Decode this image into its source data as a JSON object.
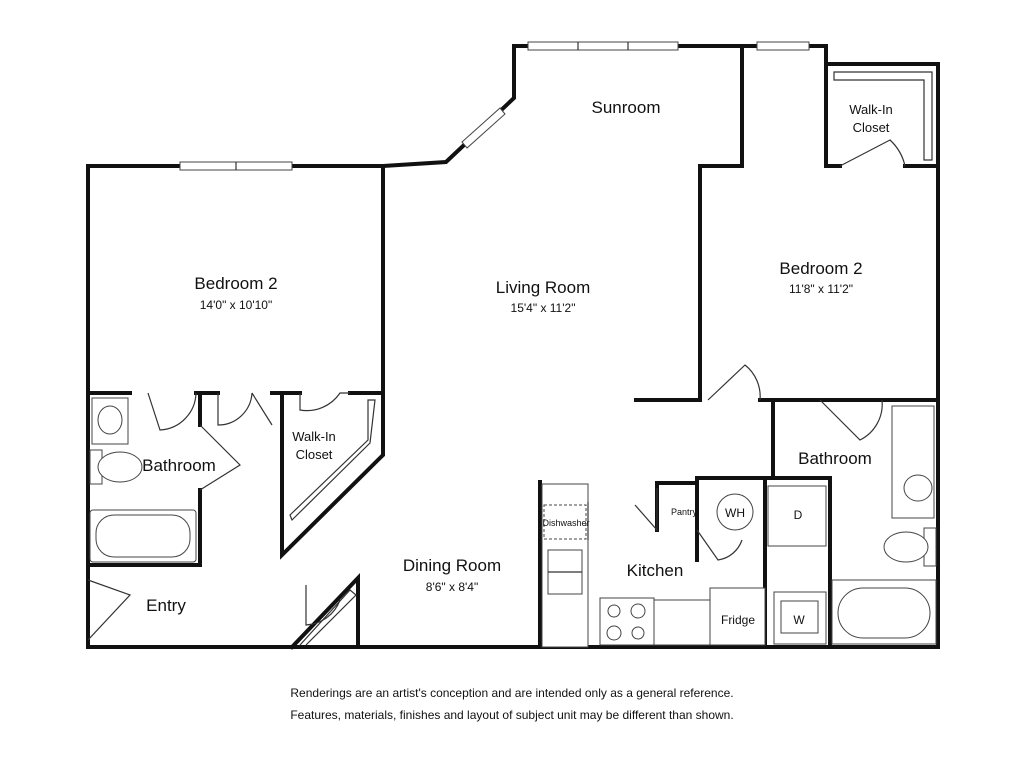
{
  "rooms": {
    "bedroom_left": {
      "name": "Bedroom 2",
      "dims": "14'0\" x 10'10\""
    },
    "bathroom_left": {
      "name": "Bathroom"
    },
    "walkin_left": {
      "name_line1": "Walk-In",
      "name_line2": "Closet"
    },
    "entry": {
      "name": "Entry"
    },
    "living": {
      "name": "Living Room",
      "dims": "15'4\" x 11'2\""
    },
    "sunroom": {
      "name": "Sunroom"
    },
    "dining": {
      "name": "Dining Room",
      "dims": "8'6\" x 8'4\""
    },
    "kitchen": {
      "name": "Kitchen"
    },
    "bedroom_right": {
      "name": "Bedroom 2",
      "dims": "11'8\" x 11'2\""
    },
    "walkin_right": {
      "name_line1": "Walk-In",
      "name_line2": "Closet"
    },
    "bathroom_right": {
      "name": "Bathroom"
    }
  },
  "fixtures": {
    "dishwasher": "Dishwasher",
    "pantry": "Pantry",
    "water_heater": "WH",
    "dryer": "D",
    "washer": "W",
    "fridge": "Fridge"
  },
  "disclaimer": {
    "line1": "Renderings are an artist's conception and are intended only as a general reference.",
    "line2": "Features, materials, finishes and layout of subject unit may be different than shown."
  }
}
